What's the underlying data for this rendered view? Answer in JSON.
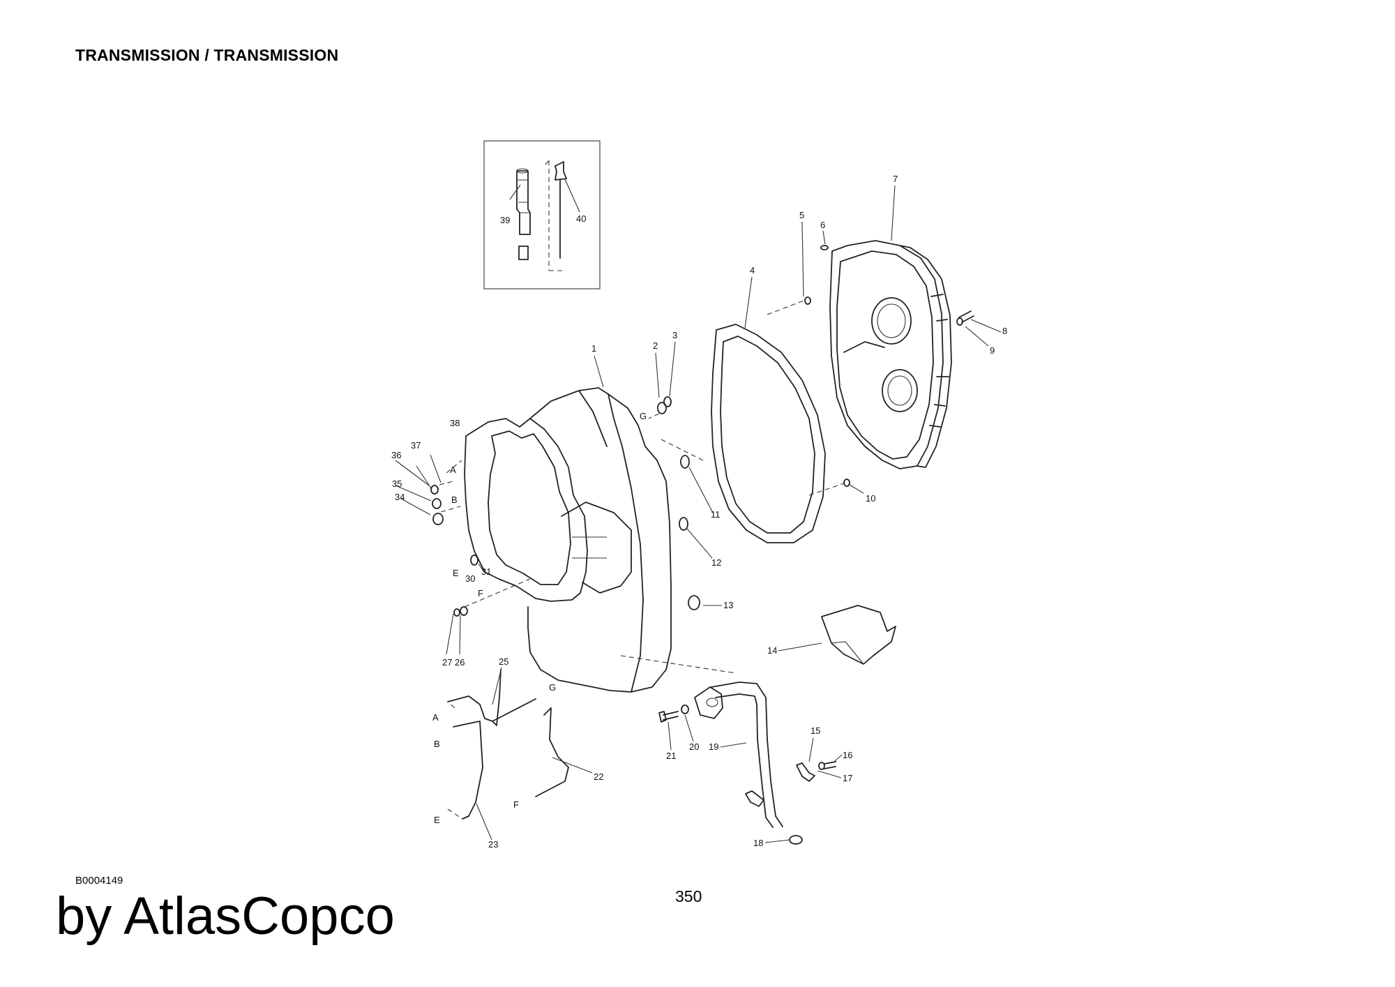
{
  "header": {
    "title": "TRANSMISSION / TRANSMISSION"
  },
  "footer": {
    "drawing_code": "B0004149",
    "brand": "by AtlasCopco",
    "page_number": "350"
  },
  "diagram": {
    "callouts": [
      "1",
      "2",
      "3",
      "4",
      "5",
      "6",
      "7",
      "8",
      "9",
      "10",
      "11",
      "12",
      "13",
      "14",
      "15",
      "16",
      "17",
      "18",
      "19",
      "20",
      "21",
      "22",
      "23",
      "25",
      "26",
      "27",
      "30",
      "31",
      "34",
      "35",
      "36",
      "37",
      "38",
      "39",
      "40"
    ],
    "connection_letters": [
      "A",
      "B",
      "E",
      "F",
      "G"
    ]
  }
}
